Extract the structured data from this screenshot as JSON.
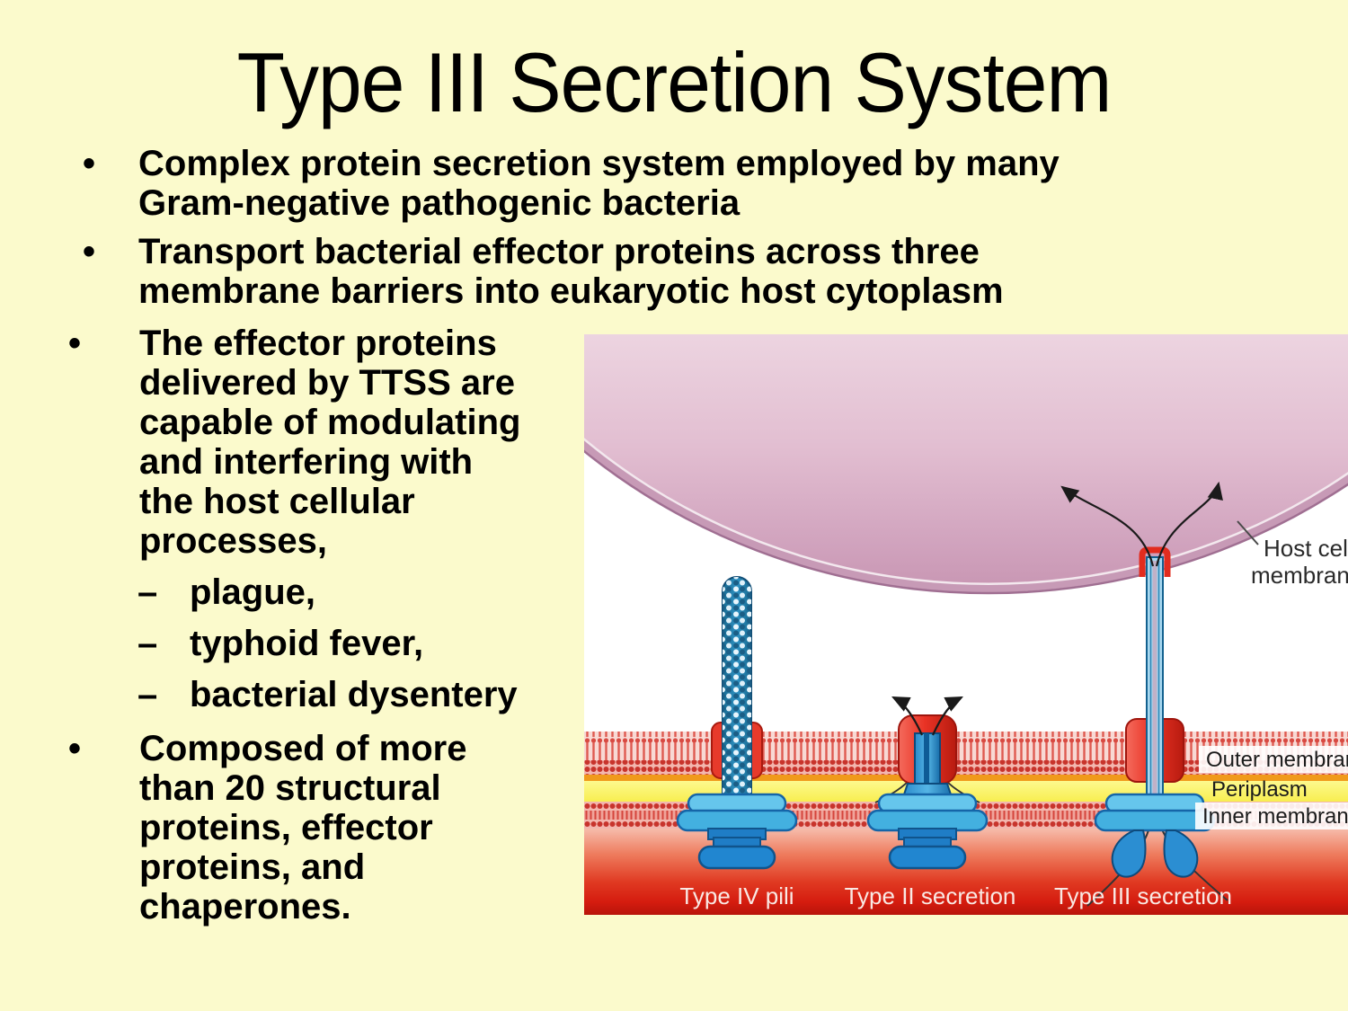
{
  "glyphs": {
    "bullet": "•",
    "dash": "–"
  },
  "slide": {
    "title": "Type III Secretion System",
    "background_color": "#fbfacc",
    "text_color": "#000000"
  },
  "top_bullets": [
    {
      "text": "Complex protein secretion system employed by many\nGram-negative pathogenic bacteria"
    },
    {
      "text": "Transport bacterial effector proteins across three\nmembrane barriers into eukaryotic host cytoplasm"
    }
  ],
  "left_bullets": [
    {
      "text": "The effector proteins\ndelivered by TTSS are\ncapable of modulating\nand interfering with\nthe host cellular\nprocesses,"
    },
    {
      "text": "Composed of more\nthan 20 structural\nproteins, effector\nproteins, and\nchaperones."
    }
  ],
  "disease_sub_bullets": [
    {
      "text": "plague,"
    },
    {
      "text": "typhoid fever,"
    },
    {
      "text": "bacterial dysentery"
    }
  ],
  "diagram": {
    "labels": {
      "host_cell_line1": "Host cell",
      "host_cell_line2": "membrane",
      "outer_membrane": "Outer membrane",
      "periplasm": "Periplasm",
      "inner_membrane": "Inner membrane",
      "type_iv_pili": "Type IV pili",
      "type_ii_secretion": "Type II secretion",
      "type_iii_secretion": "Type III secretion"
    },
    "colors": {
      "diagram_background": "#ffffff",
      "host_cell_pink": "#ddb7cb",
      "membrane_red": "#d84a42",
      "orange_line": "#f09a1b",
      "periplasm_yellow": "#f9f05c",
      "cytoplasm_red": "#d51c0f",
      "machine_blue": "#2186d0",
      "machine_red": "#e73a2b",
      "label_text": "#1b1b1b"
    }
  }
}
